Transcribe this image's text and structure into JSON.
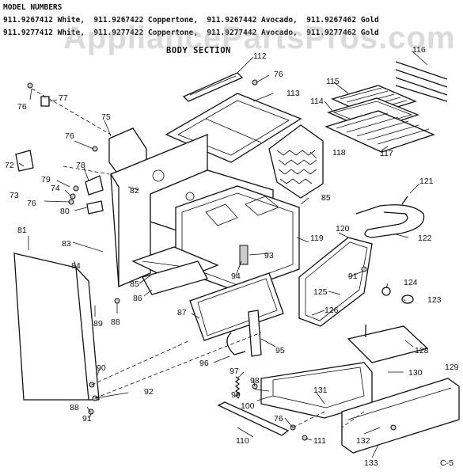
{
  "header": {
    "models_label": "MODEL NUMBERS",
    "line1": "911.9267412 White,  911.9267422 Coppertone,  911.9267442 Avocado,  911.9267462 Gold",
    "line2": "911.9277412 White,  911.9277422 Coppertone,  911.9277442 Avocado,  911.9277462 Gold"
  },
  "section_title": "BODY SECTION",
  "watermark": "AppliancePartsPros.com",
  "page_code": "C-5",
  "callouts": [
    "112",
    "76",
    "116",
    "115",
    "113",
    "114",
    "117",
    "76",
    "77",
    "75",
    "118",
    "76",
    "72",
    "78",
    "82",
    "79",
    "74",
    "73",
    "76",
    "80",
    "85",
    "121",
    "81",
    "120",
    "122",
    "83",
    "119",
    "93",
    "84",
    "94",
    "91",
    "124",
    "85",
    "125",
    "123",
    "86",
    "126",
    "89",
    "87",
    "88",
    "95",
    "128",
    "96",
    "97",
    "90",
    "98",
    "130",
    "129",
    "92",
    "99",
    "100",
    "131",
    "88",
    "91",
    "76",
    "111",
    "110",
    "132",
    "133"
  ]
}
